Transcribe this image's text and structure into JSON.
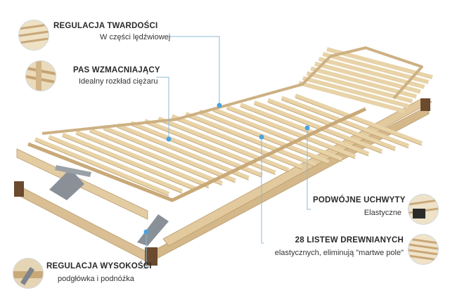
{
  "features": [
    {
      "title": "REGULACJA TWARDOŚCI",
      "subtitle": "W części lędźwiowej",
      "icon": "slat-hardness-closeup-icon"
    },
    {
      "title": "PAS WZMACNIAJĄCY",
      "subtitle": "Idealny rozkład ciężaru",
      "icon": "reinforcement-belt-closeup-icon"
    },
    {
      "title": "PODWÓJNE UCHWYTY",
      "subtitle": "Elastyczne",
      "icon": "double-holders-closeup-icon"
    },
    {
      "title": "28 LISTEW DREWNIANYCH",
      "subtitle": "elastycznych, eliminują \"martwe pole\"",
      "icon": "wooden-slats-closeup-icon"
    },
    {
      "title": "REGULACJA WYSOKOŚCI",
      "subtitle": "podgłówka i podnóżka",
      "icon": "height-adjust-closeup-icon"
    }
  ],
  "colors": {
    "line": "#8fb9d3",
    "dot": "#4aa3df",
    "wood": "#e8d3a8",
    "wood_dark": "#c9a978",
    "frame_end": "#6b4a2e"
  }
}
